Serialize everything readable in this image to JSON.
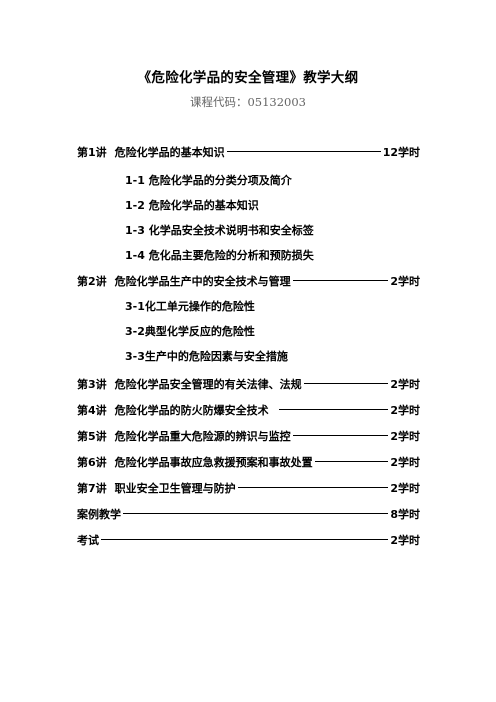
{
  "title": "《危险化学品的安全管理》教学大纲",
  "course_code": "课程代码：05132003",
  "lectures": [
    {
      "label": "第1讲",
      "name": "危险化学品的基本知识",
      "hours": "12学时",
      "subs": [
        "1-1 危险化学品的分类分项及简介",
        "1-2 危险化学品的基本知识",
        "1-3 化学品安全技术说明书和安全标签",
        "1-4 危化品主要危险的分析和预防损失"
      ]
    },
    {
      "label": "第2讲",
      "name": "危险化学品生产中的安全技术与管理",
      "hours": "2学时",
      "subs": [
        "3-1化工单元操作的危险性",
        "3-2典型化学反应的危险性",
        "3-3生产中的危险因素与安全措施"
      ]
    },
    {
      "label": "第3讲",
      "name": "危险化学品安全管理的有关法律、法规",
      "hours": "2学时",
      "subs": []
    },
    {
      "label": "第4讲",
      "name": "危险化学品的防火防爆安全技术",
      "hours": "2学时",
      "subs": []
    },
    {
      "label": "第5讲",
      "name": "危险化学品重大危险源的辨识与监控",
      "hours": "2学时",
      "subs": []
    },
    {
      "label": "第6讲",
      "name": "危险化学品事故应急救援预案和事故处置",
      "hours": "2学时",
      "subs": []
    },
    {
      "label": "第7讲",
      "name": "职业安全卫生管理与防护",
      "hours": "2学时",
      "subs": []
    }
  ],
  "case_teaching": {
    "label": "案例教学",
    "hours": "8学时"
  },
  "exam": {
    "label": "考试",
    "hours": "2学时"
  }
}
